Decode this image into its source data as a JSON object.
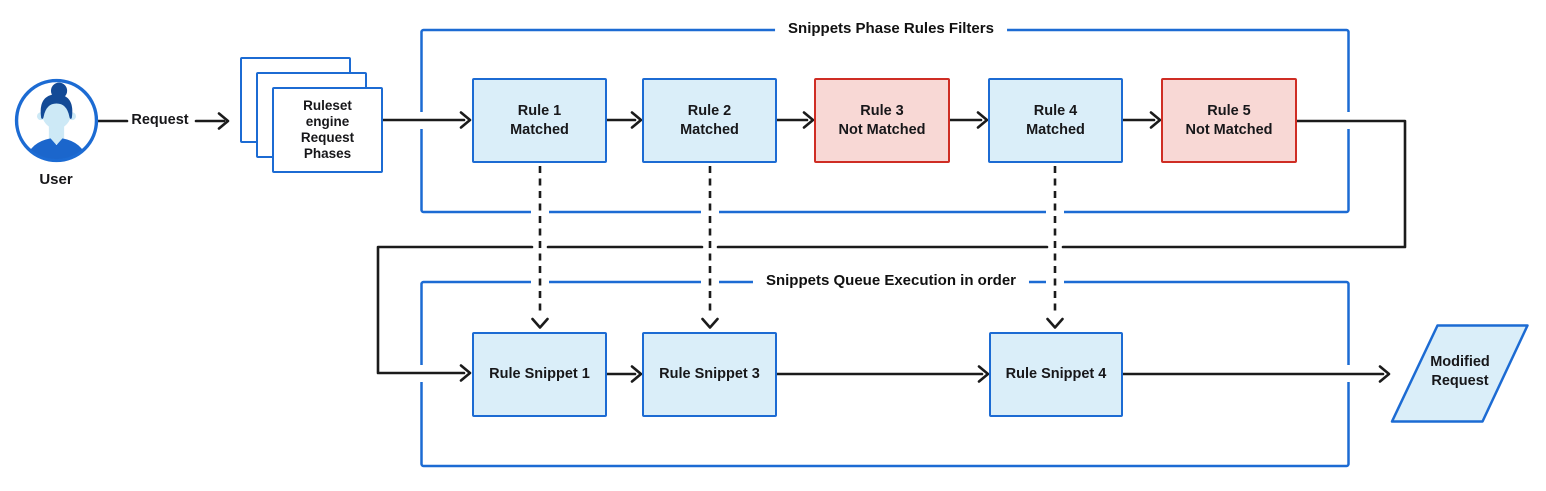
{
  "colors": {
    "blue_border": "#1c6bd3",
    "blue_fill": "#daeef9",
    "red_border": "#cf2d24",
    "red_fill": "#f8d8d5",
    "line": "#1b1b1b",
    "hair": "#134a96",
    "shirt": "#1b66cc",
    "skin": "#cde9f6"
  },
  "user": {
    "label": "User"
  },
  "flow": {
    "request_label": "Request"
  },
  "ruleset_engine": {
    "lines": [
      "Ruleset",
      "engine",
      "Request",
      "Phases"
    ]
  },
  "filters": {
    "title": "Snippets Phase Rules Filters",
    "rules": [
      {
        "name": "Rule 1",
        "status": "Matched"
      },
      {
        "name": "Rule 2",
        "status": "Matched"
      },
      {
        "name": "Rule 3",
        "status": "Not Matched"
      },
      {
        "name": "Rule 4",
        "status": "Matched"
      },
      {
        "name": "Rule 5",
        "status": "Not Matched"
      }
    ]
  },
  "queue": {
    "title": "Snippets Queue Execution in order",
    "snippets": [
      {
        "label": "Rule Snippet 1"
      },
      {
        "label": "Rule Snippet 3"
      },
      {
        "label": "Rule Snippet 4"
      }
    ]
  },
  "output": {
    "lines": [
      "Modified",
      "Request"
    ]
  }
}
